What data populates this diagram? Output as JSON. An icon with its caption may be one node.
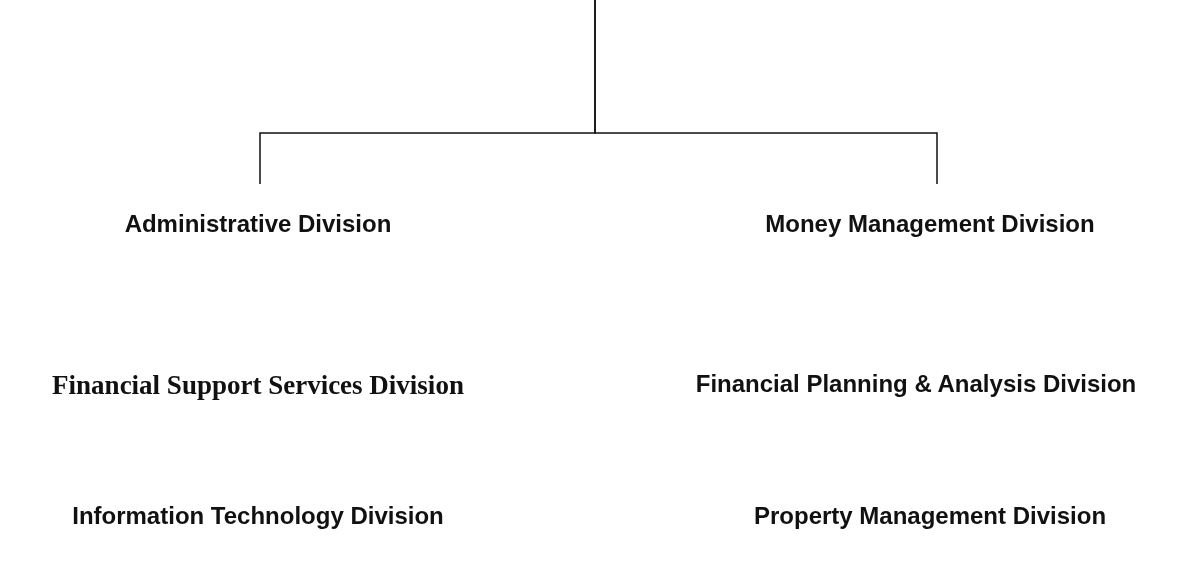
{
  "diagram": {
    "nodes": [
      {
        "text": [
          "Administrative Division"
        ]
      },
      {
        "text": [
          "Money Management Division"
        ]
      }
    ],
    "edges": [
      {
        "from": null,
        "to": 0,
        "arrow": "none"
      },
      {
        "from": null,
        "to": 1,
        "arrow": "none"
      }
    ],
    "labels": [
      "Financial Support Services Division",
      "Financial Planning & Analysis Division",
      "Information Technology Division",
      "Property Management Division"
    ]
  }
}
